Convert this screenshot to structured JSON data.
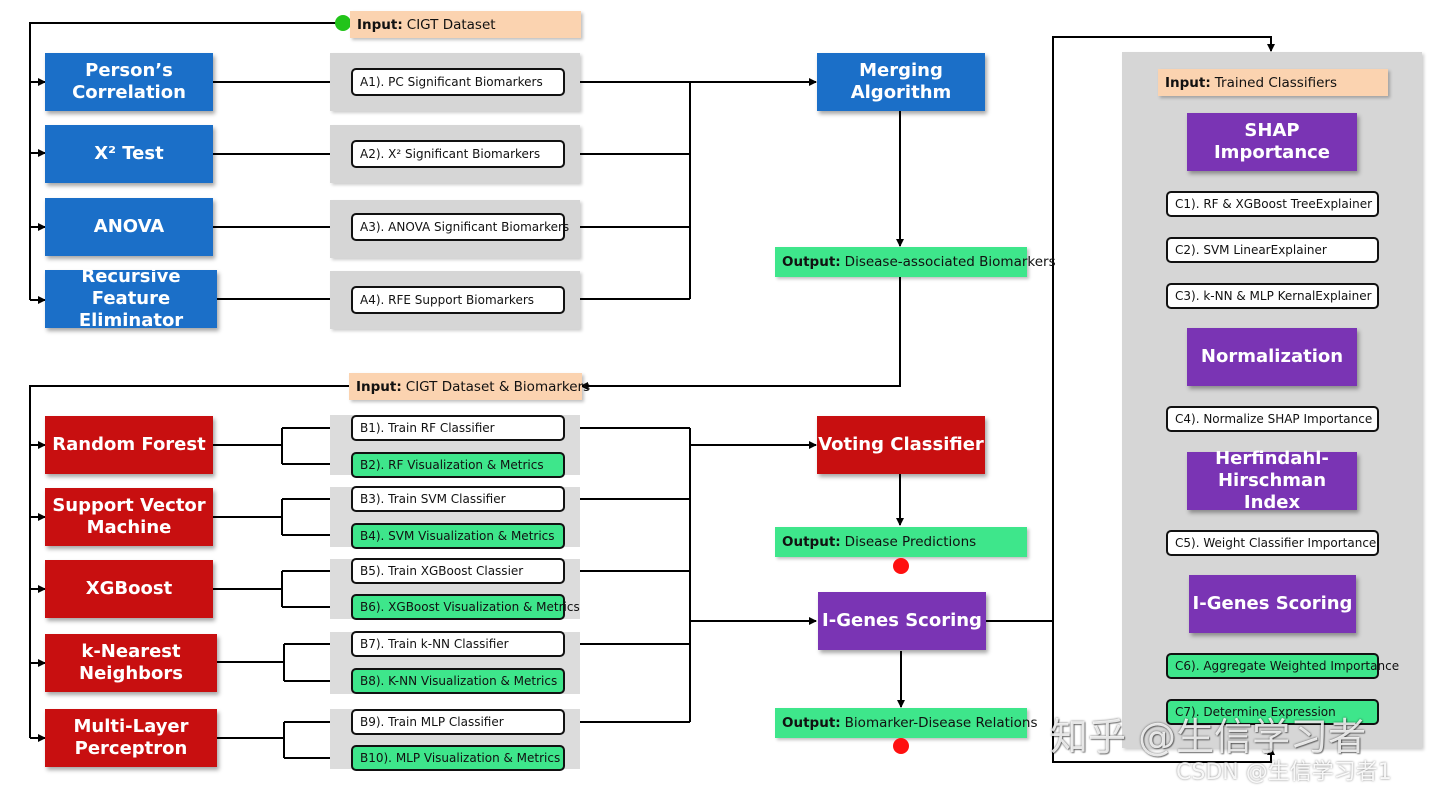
{
  "top_input": {
    "prefix": "Input:",
    "text": "CIGT Dataset"
  },
  "feature_methods": [
    {
      "line1": "Person’s",
      "line2": "Correlation"
    },
    {
      "line1": "X² Test",
      "line2": ""
    },
    {
      "line1": "ANOVA",
      "line2": ""
    },
    {
      "line1": "Recursive Feature",
      "line2": "Eliminator"
    }
  ],
  "feature_outputs": [
    "A1). PC Significant Biomarkers",
    "A2). X² Significant Biomarkers",
    "A3). ANOVA Significant Biomarkers",
    "A4). RFE Support Biomarkers"
  ],
  "merging": {
    "line1": "Merging",
    "line2": "Algorithm"
  },
  "output_biomarkers": {
    "prefix": "Output:",
    "text": "Disease-associated Biomarkers"
  },
  "mid_input": {
    "prefix": "Input:",
    "text": "CIGT Dataset & Biomarkers"
  },
  "classifiers": [
    {
      "line1": "Random Forest",
      "line2": ""
    },
    {
      "line1": "Support Vector",
      "line2": "Machine"
    },
    {
      "line1": "XGBoost",
      "line2": ""
    },
    {
      "line1": "k-Nearest",
      "line2": "Neighbors"
    },
    {
      "line1": "Multi-Layer",
      "line2": "Perceptron"
    }
  ],
  "classifier_steps": [
    "B1). Train RF Classifier",
    "B2). RF Visualization & Metrics",
    "B3). Train SVM Classifier",
    "B4). SVM Visualization & Metrics",
    "B5). Train XGBoost Classier",
    "B6). XGBoost Visualization & Metrics",
    "B7). Train k-NN Classifier",
    "B8). K-NN Visualization & Metrics",
    "B9). Train MLP Classifier",
    "B10). MLP Visualization & Metrics"
  ],
  "voting": {
    "label": "Voting Classifier"
  },
  "output_predictions": {
    "prefix": "Output:",
    "text": "Disease Predictions"
  },
  "igenes_main": {
    "label": "I-Genes Scoring"
  },
  "output_relations": {
    "prefix": "Output:",
    "text": "Biomarker-Disease Relations"
  },
  "right_input": {
    "prefix": "Input:",
    "text": "Trained Classifiers"
  },
  "right_steps": {
    "shap": "SHAP Importance",
    "c1": "C1). RF & XGBoost TreeExplainer",
    "c2": "C2). SVM LinearExplainer",
    "c3": "C3). k-NN & MLP KernalExplainer",
    "normalization": "Normalization",
    "c4": "C4). Normalize SHAP Importance",
    "hhi_line1": "Herfindahl-",
    "hhi_line2": "Hirschman Index",
    "c5": "C5). Weight Classifier Importance",
    "igenes": "I-Genes Scoring",
    "c6": "C6). Aggregate Weighted Importance",
    "c7": "C7). Determine Expression"
  },
  "watermark": {
    "main": "知乎 @生信学习者",
    "sub": "CSDN @生信学习者1"
  },
  "colors": {
    "blue": "#1b6fc8",
    "red": "#c80f10",
    "purple": "#7a34b4",
    "green": "#3ee68b",
    "peach": "#fbd3b0",
    "panel": "#d6d6d6"
  }
}
